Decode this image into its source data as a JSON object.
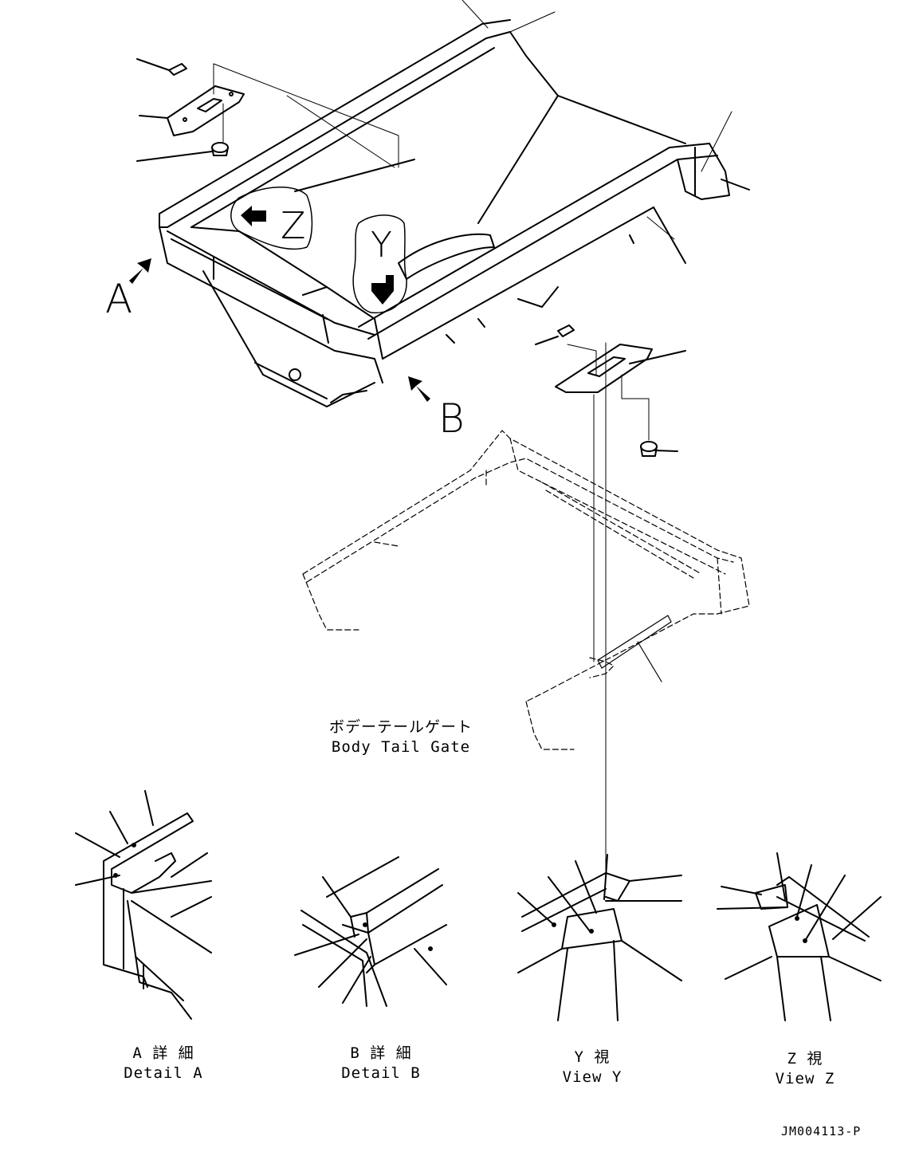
{
  "callouts": {
    "a": "A",
    "b": "B",
    "y": "Y",
    "z": "Z"
  },
  "tail_gate": {
    "japanese": "ボデーテールゲート",
    "english": "Body Tail Gate"
  },
  "details": [
    {
      "japanese": "A 詳 細",
      "english": "Detail A"
    },
    {
      "japanese": "B 詳 細",
      "english": "Detail B"
    },
    {
      "japanese": "Y 視",
      "english": "View Y"
    },
    {
      "japanese": "Z 視",
      "english": "View Z"
    }
  ],
  "document_number": "JM004113-P"
}
